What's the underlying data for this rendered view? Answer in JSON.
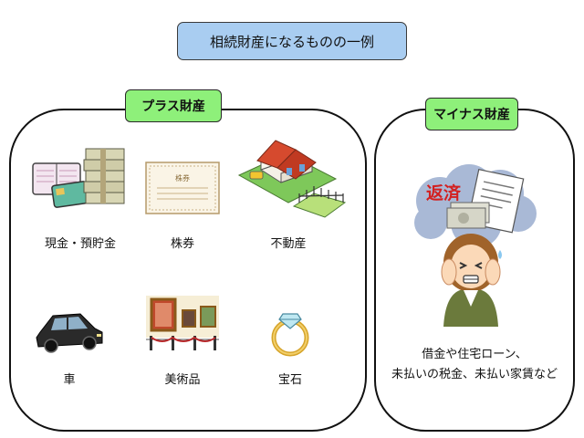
{
  "title": "相続財産になるものの一例",
  "plus": {
    "label": "プラス財産",
    "items": [
      {
        "label": "現金・預貯金",
        "icon": "cash-and-passbook-icon"
      },
      {
        "label": "株券",
        "icon": "stock-certificate-icon"
      },
      {
        "label": "不動産",
        "icon": "house-and-land-icon"
      },
      {
        "label": "車",
        "icon": "car-icon"
      },
      {
        "label": "美術品",
        "icon": "artwork-icon"
      },
      {
        "label": "宝石",
        "icon": "ring-icon"
      }
    ]
  },
  "minus": {
    "label": "マイナス財産",
    "sign_text": "返済",
    "line1": "借金や住宅ローン、",
    "line2": "未払いの税金、未払い家賃など",
    "icon": "worried-woman-debt-icon"
  },
  "certificate_text": "株券",
  "colors": {
    "title_bg": "#a9cdf1",
    "label_bg": "#8ef07a",
    "panel_border": "#111111"
  }
}
